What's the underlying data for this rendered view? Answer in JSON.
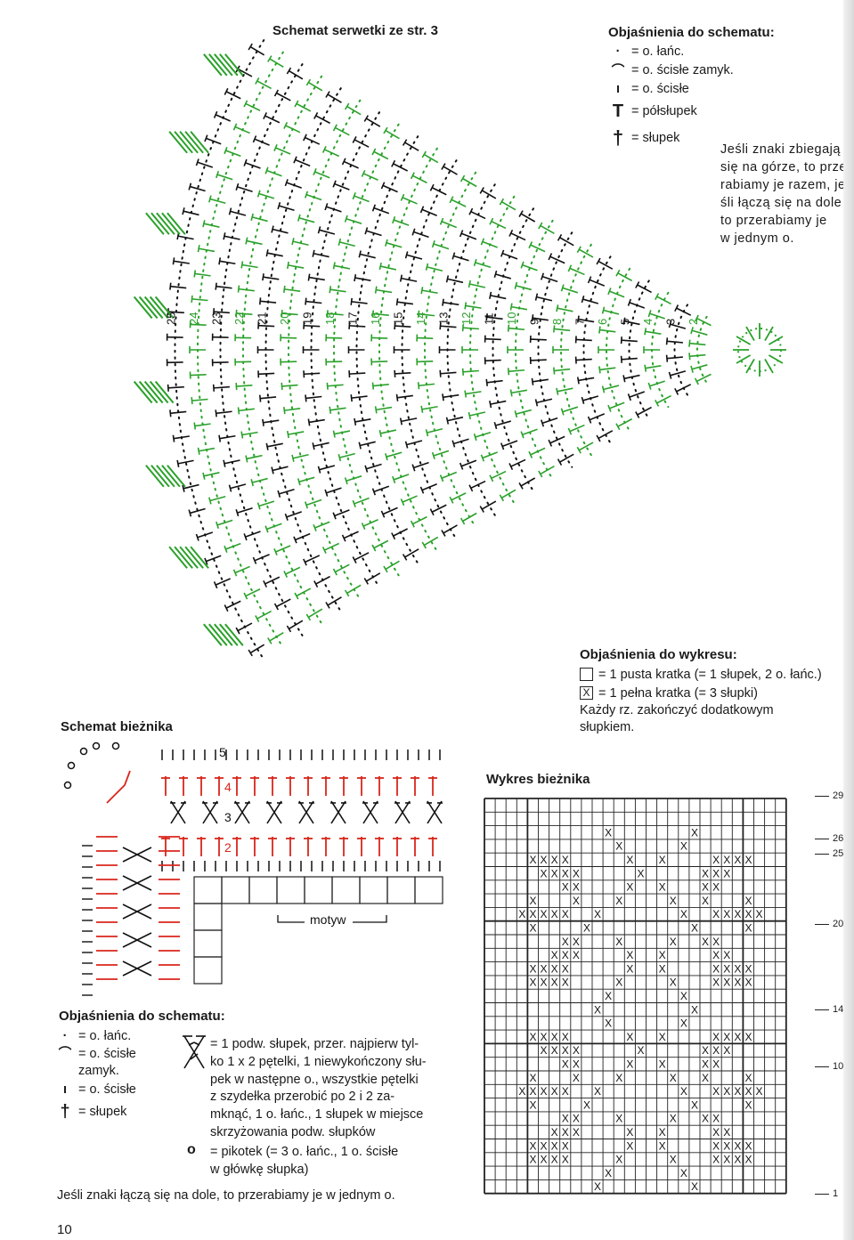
{
  "doily": {
    "title": "Schemat serwetki ze str. 3",
    "round_labels": [
      "2",
      "3",
      "4",
      "5",
      "6",
      "7",
      "8",
      "9",
      "10",
      "11",
      "12",
      "13",
      "14",
      "15",
      "16",
      "17",
      "18",
      "19",
      "20",
      "21",
      "22",
      "23",
      "24",
      "25"
    ],
    "colors": {
      "green": "#2aa12a",
      "black": "#111111"
    }
  },
  "legend_top": {
    "title": "Objaśnienia do schematu:",
    "items": [
      {
        "symbol": "·",
        "text": "= o. łańc."
      },
      {
        "symbol": "⌒",
        "text": "= o. ścisłe zamyk."
      },
      {
        "symbol": "ı",
        "text": "= o. ścisłe"
      },
      {
        "symbol": "T",
        "text": "= półsłupek"
      },
      {
        "symbol": "†",
        "text": "= słupek"
      }
    ],
    "note": [
      "Jeśli znaki zbiegają",
      "się na górze, to prze-",
      "rabiamy je razem, je-",
      "śli łączą się na dole",
      "to przerabiamy je",
      "w jednym o."
    ]
  },
  "legend_chart": {
    "title": "Objaśnienia do wykresu:",
    "items": [
      {
        "box": "",
        "text": "= 1 pusta kratka (= 1 słupek, 2 o. łańc.)"
      },
      {
        "box": "X",
        "text": "= 1 pełna kratka (= 3 słupki)"
      }
    ],
    "note": [
      "Każdy rz. zakończyć dodatkowym",
      "słupkiem."
    ]
  },
  "runner_schema": {
    "title": "Schemat bieżnika",
    "row_labels": [
      "2",
      "3",
      "4",
      "5"
    ],
    "motif_label": "motyw",
    "red": "#d9261c"
  },
  "runner_legend": {
    "title": "Objaśnienia do schematu:",
    "items": [
      {
        "symbol": "·",
        "text": "= o. łańc."
      },
      {
        "symbol": "⌒",
        "text": "= o. ścisłe zamyk."
      },
      {
        "symbol": "ı",
        "text": "= o. ścisłe"
      },
      {
        "symbol": "†",
        "text": "= słupek"
      }
    ],
    "cross_text": [
      "= 1 podw. słupek, przer. najpierw tyl-",
      "ko 1 x 2 pętelki, 1 niewykończony słu-",
      "pek w następne o., wszystkie pętelki",
      "z szydełka przerobić po 2 i 2 za-",
      "mknąć, 1 o. łańc., 1 słupek w miejsce",
      "skrzyżowania podw. słupków"
    ],
    "picot_text": [
      "= pikotek (= 3 o. łańc., 1 o. ścisłe",
      "w główkę słupka)"
    ],
    "note": "Jeśli znaki łączą się na dole, to przerabiamy je w jednym o."
  },
  "chart": {
    "title": "Wykres bieżnika",
    "row_numbers": [
      "29",
      "26",
      "25",
      "20",
      "14",
      "10",
      "1"
    ]
  },
  "page_number": "10"
}
